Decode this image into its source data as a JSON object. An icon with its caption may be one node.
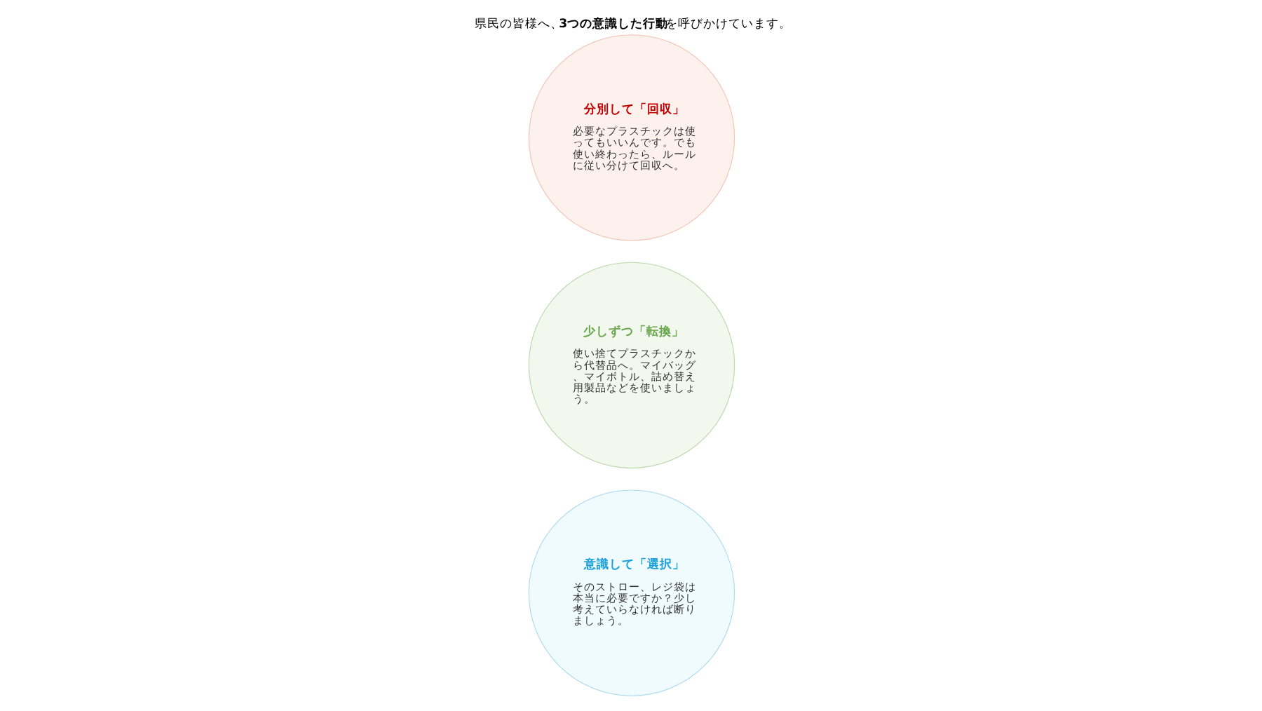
{
  "diagram": {
    "title": "県民の皆様へ、**3つの意識した行動**を呼びかけています。",
    "nodes": [
      {
        "text": [
          "意識して「選択」",
          "そのストロー、レジ袋は本当に必要ですか？少し考えていらなければ断りましょう。"
        ]
      },
      {
        "text": [
          "少しずつ「転換」",
          "使い捨てプラスチックから代替品へ。マイバッグ、マイボトル、詰め替え用製品などを使いましょう。"
        ]
      },
      {
        "text": [
          "分別して「回収」",
          "必要なプラスチックは使ってもいいんです。でも使い終わったら、ルールに従い分けて回収へ。"
        ]
      }
    ],
    "edges": []
  }
}
